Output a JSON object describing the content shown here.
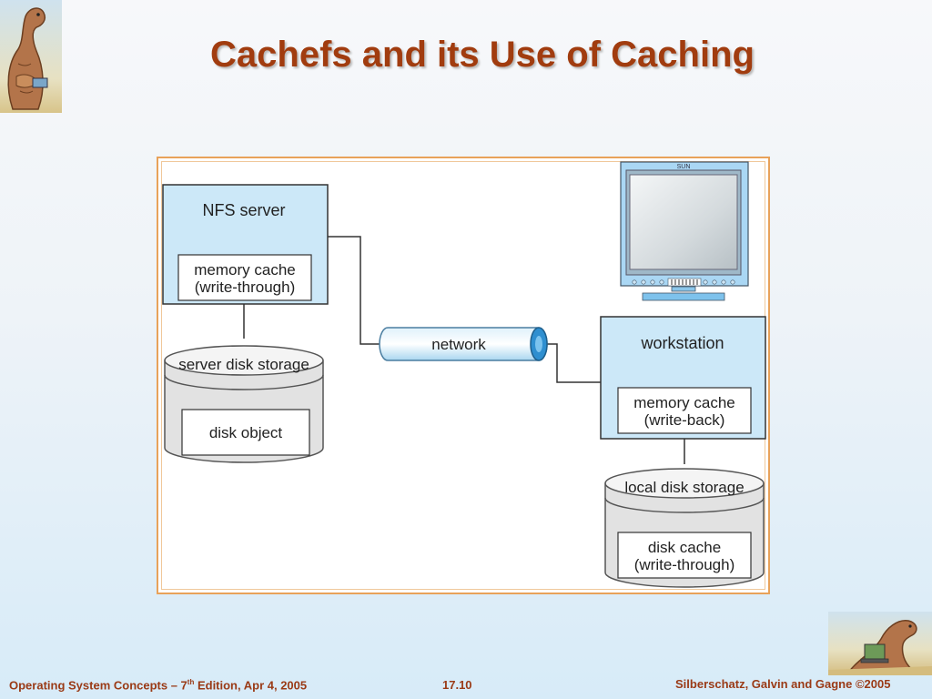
{
  "slide": {
    "title": "Cachefs and its Use of Caching"
  },
  "diagram": {
    "nfs_server": {
      "label": "NFS server",
      "cache_line1": "memory cache",
      "cache_line2": "(write-through)"
    },
    "server_disk": {
      "label": "server disk storage",
      "object": "disk object"
    },
    "network": {
      "label": "network"
    },
    "monitor": {
      "brand": "SUN"
    },
    "workstation": {
      "label": "workstation",
      "cache_line1": "memory cache",
      "cache_line2": "(write-back)"
    },
    "local_disk": {
      "label": "local disk storage",
      "cache_line1": "disk cache",
      "cache_line2": "(write-through)"
    }
  },
  "footer": {
    "left_pre": "Operating System Concepts – 7",
    "left_sup": "th",
    "left_post": " Edition, Apr 4, 2005",
    "center": "17.10",
    "right": "Silberschatz, Galvin and Gagne ©2005"
  },
  "icons": [
    "dinosaur-logo-icon",
    "dinosaur-laptop-logo-icon",
    "sun-monitor-icon"
  ],
  "colors": {
    "title": "#a13c0f",
    "footer": "#9a3a16",
    "box_fill": "#cce8f8",
    "frame_border": "#e8a25a"
  }
}
